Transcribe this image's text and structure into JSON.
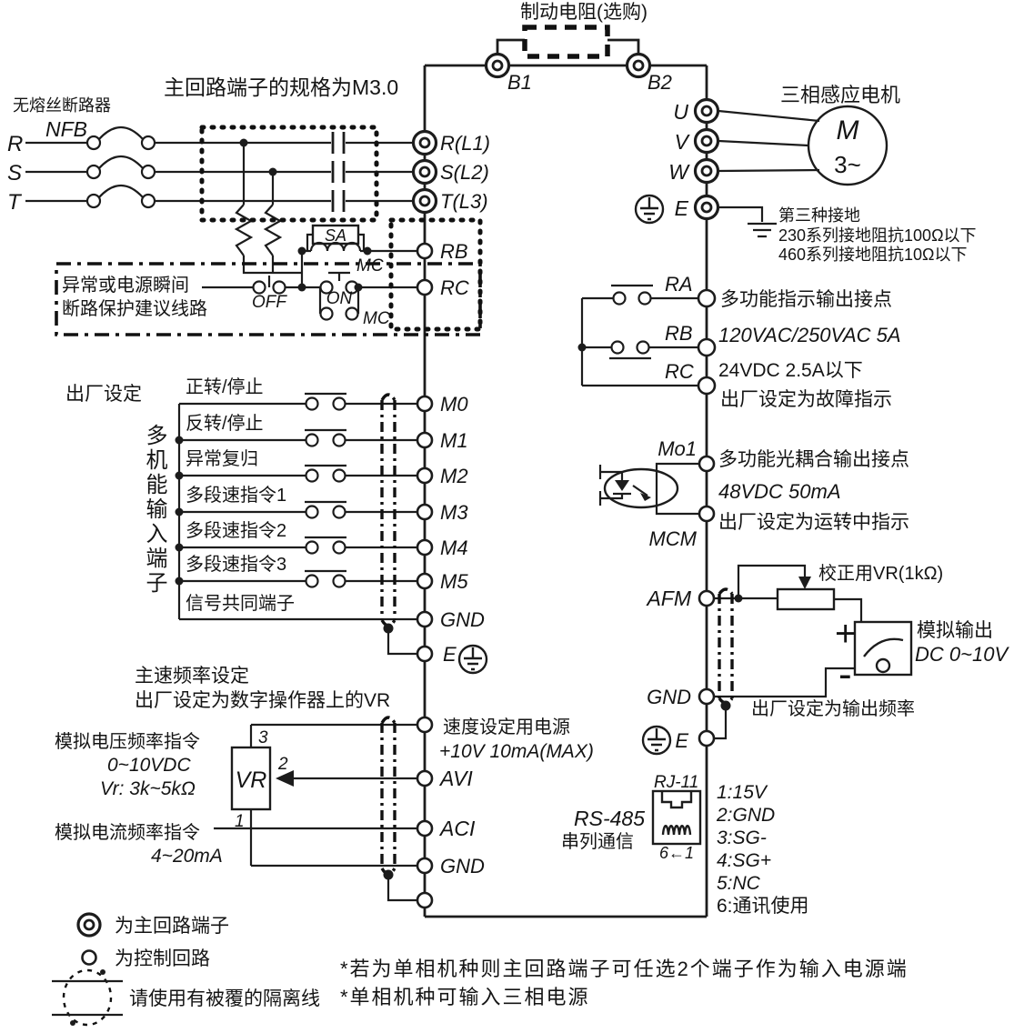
{
  "title": "主回路端子的规格为M3.0",
  "braking": {
    "label": "制动电阻(选购)",
    "b1": "B1",
    "b2": "B2"
  },
  "source": {
    "label": "无熔丝断路器",
    "nfb": "NFB",
    "r": "R",
    "s": "S",
    "t": "T"
  },
  "main_in": {
    "r": "R(L1)",
    "s": "S(L2)",
    "t": "T(L3)",
    "rb": "RB",
    "rc": "RC"
  },
  "protection": {
    "line1": "异常或电源瞬间",
    "line2": "断路保护建议线路",
    "off": "OFF",
    "on": "ON",
    "mc_contact": "MC",
    "mc_coil": "MC",
    "sa": "SA"
  },
  "motor": {
    "title": "三相感应电机",
    "u": "U",
    "v": "V",
    "w": "W",
    "e": "E",
    "m": "M",
    "phase": "3~"
  },
  "grounding": {
    "l1": "第三种接地",
    "l2": "230系列接地阻抗100Ω以下",
    "l3": "460系列接地阻抗10Ω以下"
  },
  "relay": {
    "ra": "RA",
    "rb": "RB",
    "rc": "RC",
    "d1": "多功能指示输出接点",
    "d2": "120VAC/250VAC  5A",
    "d3": "24VDC  2.5A以下",
    "d4": "出厂设定为故障指示"
  },
  "inputs": {
    "factory": "出厂设定",
    "group": "多机能输入端子",
    "labels": [
      "正转/停止",
      "反转/停止",
      "异常复归",
      "多段速指令1",
      "多段速指令2",
      "多段速指令3",
      "信号共同端子"
    ],
    "terminals": [
      "M0",
      "M1",
      "M2",
      "M3",
      "M4",
      "M5",
      "GND"
    ],
    "e": "E"
  },
  "opto": {
    "mo1": "Mo1",
    "mcm": "MCM",
    "d1": "多功能光耦合输出接点",
    "d2": "48VDC 50mA",
    "d3": "出厂设定为运转中指示"
  },
  "afm": {
    "label": "AFM",
    "vr": "校正用VR(1kΩ)",
    "plus": "+",
    "minus": "-",
    "d1": "模拟输出",
    "d2": "DC 0~10V",
    "gnd": "GND",
    "e": "E",
    "factory": "出厂设定为输出频率"
  },
  "freq": {
    "t1": "主速频率设定",
    "t2": "出厂设定为数字操作器上的VR",
    "v1": "模拟电压频率指令",
    "v2": "0~10VDC",
    "v3": "Vr:  3k~5kΩ",
    "vr": "VR",
    "p1": "1",
    "p2": "2",
    "p3": "3",
    "c1": "模拟电流频率指令",
    "c2": "4~20mA",
    "pw1": "速度设定用电源",
    "pw2": "+10V 10mA(MAX)",
    "avi": "AVI",
    "aci": "ACI",
    "gnd": "GND"
  },
  "rs485": {
    "rj11": "RJ-11",
    "n1": "RS-485",
    "n2": "串列通信",
    "order": "6←1",
    "pins": [
      "1:15V",
      "2:GND",
      "3:SG-",
      "4:SG+",
      "5:NC",
      "6:通讯使用"
    ]
  },
  "legend": {
    "main": "为主回路端子",
    "control": "为控制回路",
    "shield": "请使用有被覆的隔离线"
  },
  "notes": [
    "*若为单相机种则主回路端子可任选2个端子作为输入电源端",
    "*单相机种可输入三相电源"
  ]
}
